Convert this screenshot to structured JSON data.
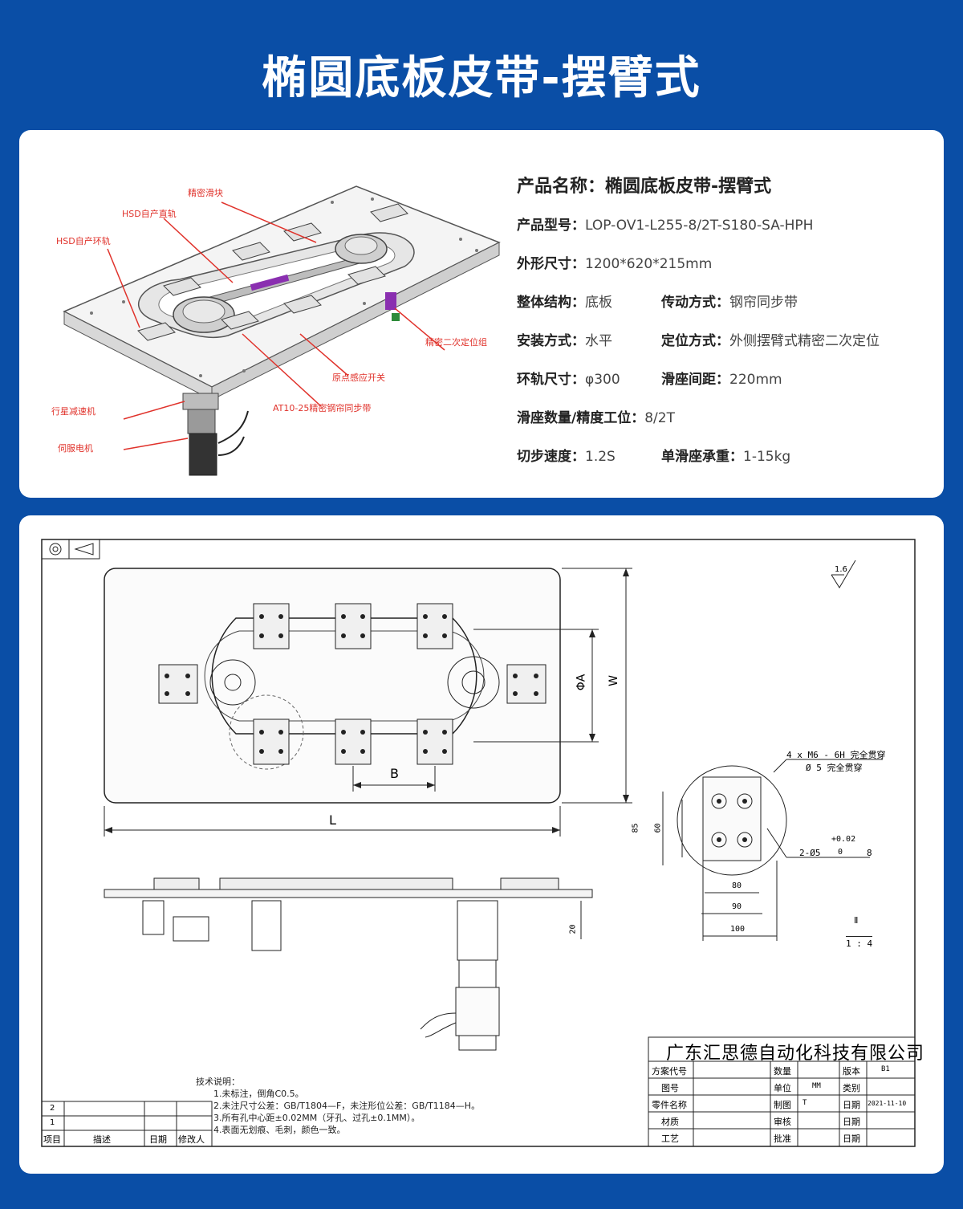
{
  "title": "椭圆底板皮带-摆臂式",
  "product": {
    "name_label": "产品名称：",
    "name_value": "椭圆底板皮带-摆臂式",
    "model_label": "产品型号：",
    "model_value": "LOP-OV1-L255-8/2T-S180-SA-HPH",
    "size_label": "外形尺寸：",
    "size_value": "1200*620*215mm",
    "structure_label": "整体结构：",
    "structure_value": "底板",
    "drive_label": "传动方式：",
    "drive_value": "钢帘同步带",
    "install_label": "安装方式：",
    "install_value": "水平",
    "position_label": "定位方式：",
    "position_value": "外侧摆臂式精密二次定位",
    "ring_label": "环轨尺寸：",
    "ring_value": "φ300",
    "pitch_label": "滑座间距：",
    "pitch_value": "220mm",
    "count_label": "滑座数量/精度工位：",
    "count_value": "8/2T",
    "speed_label": "切步速度：",
    "speed_value": "1.2S",
    "load_label": "单滑座承重：",
    "load_value": "1-15kg"
  },
  "callouts": {
    "slider": "精密滑块",
    "straight_rail": "HSD自产直轨",
    "ring_rail": "HSD自产环轨",
    "secondary_positioning": "精密二次定位组",
    "origin_sensor": "原点感应开关",
    "belt": "AT10-25精密钢帘同步带",
    "reducer": "行星减速机",
    "servo": "伺服电机"
  },
  "drawing": {
    "dim_A": "ΦA",
    "dim_W": "W",
    "dim_L": "L",
    "dim_B": "B",
    "roughness": "1.6",
    "dim_85": "85",
    "dim_60": "60",
    "dim_80": "80",
    "dim_90": "90",
    "dim_100": "100",
    "dim_20": "20",
    "hole_note_1": "4 x  M6 - 6H 完全贯穿",
    "hole_note_2": "Ø 5 完全贯穿",
    "pin_note": "2-Ø5",
    "tol_upper": "+0.02",
    "tol_lower": "0",
    "depth_note": "8",
    "detail_label": "Ⅱ",
    "detail_scale": "1 : 4",
    "tech_title": "技术说明：",
    "tech_notes": [
      "1.未标注，倒角C0.5。",
      "2.未注尺寸公差：GB/T1804—F，未注形位公差：GB/T1184—H。",
      "3.所有孔中心距±0.02MM（牙孔、过孔±0.1MM）。",
      "4.表面无划痕、毛刺，颜色一致。"
    ],
    "rev_rows": [
      "2",
      "1"
    ],
    "rev_headers": [
      "项目",
      "描述",
      "日期",
      "修改人"
    ],
    "company": "广东汇思德自动化科技有限公司",
    "tb": {
      "plan_code": "方案代号",
      "drawing_no": "图号",
      "part_name": "零件名称",
      "material": "材质",
      "process": "工艺",
      "qty": "数量",
      "unit": "单位",
      "unit_value": "MM",
      "drawn": "制图",
      "drawn_value": "T",
      "check": "审核",
      "approve": "批准",
      "version": "版本",
      "version_value": "B1",
      "category": "类别",
      "date": "日期",
      "date_value": "2021-11-10",
      "date2": "日期",
      "date3": "日期"
    }
  },
  "colors": {
    "background": "#0a4ea6",
    "card": "#ffffff",
    "callout": "#e0322b"
  }
}
